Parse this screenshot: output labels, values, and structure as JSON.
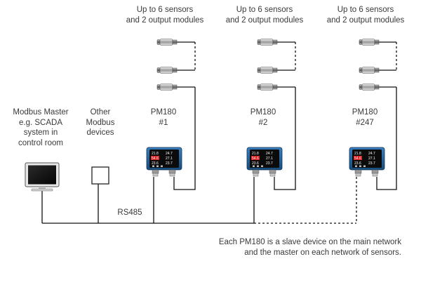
{
  "groups": [
    {
      "sensors_caption_line1": "Up to 6 sensors",
      "sensors_caption_line2": "and 2 output modules",
      "device_line1": "PM180",
      "device_line2": "#1"
    },
    {
      "sensors_caption_line1": "Up to 6 sensors",
      "sensors_caption_line2": "and 2 output modules",
      "device_line1": "PM180",
      "device_line2": "#2"
    },
    {
      "sensors_caption_line1": "Up to 6 sensors",
      "sensors_caption_line2": "and 2 output modules",
      "device_line1": "PM180",
      "device_line2": "#247"
    }
  ],
  "master": {
    "line1": "Modbus Master",
    "line2": "e.g. SCADA",
    "line3": "system in",
    "line4": "control room"
  },
  "other": {
    "line1": "Other",
    "line2": "Modbus",
    "line3": "devices"
  },
  "bus_label": "RS485",
  "note": {
    "line1": "Each PM180 is a slave device on the main network",
    "line2": "and the master on each network of sensors."
  },
  "device_screen": {
    "row1": [
      "21.8",
      "24.7"
    ],
    "row2": [
      "54.6",
      "27.1"
    ],
    "row3": [
      "23.6",
      "23.7"
    ]
  },
  "colors": {
    "line": "#111111",
    "device_body": "#1f5f96",
    "screen_highlight": "#d81e1e"
  }
}
